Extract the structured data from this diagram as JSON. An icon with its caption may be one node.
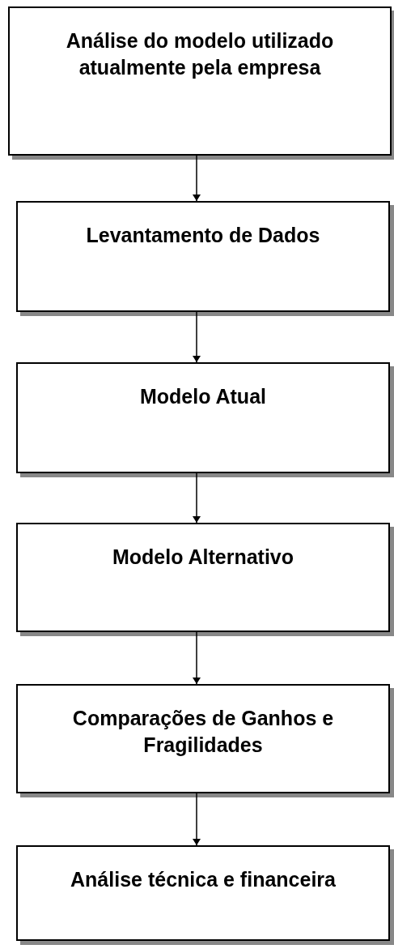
{
  "diagram": {
    "nodes": [
      {
        "text": [
          "Análise do modelo utilizado atualmente pela empresa"
        ]
      },
      {
        "text": [
          "Levantamento de Dados"
        ]
      },
      {
        "text": [
          "Modelo Atual"
        ]
      },
      {
        "text": [
          "Modelo Alternativo"
        ]
      },
      {
        "text": [
          "Comparações de Ganhos e Fragilidades"
        ]
      },
      {
        "text": [
          "Análise técnica e financeira"
        ]
      }
    ],
    "edges": [
      {
        "from": 0,
        "to": 1,
        "arrow": "to"
      },
      {
        "from": 1,
        "to": 2,
        "arrow": "to"
      },
      {
        "from": 2,
        "to": 3,
        "arrow": "to"
      },
      {
        "from": 3,
        "to": 4,
        "arrow": "to"
      },
      {
        "from": 4,
        "to": 5,
        "arrow": "to"
      }
    ]
  }
}
